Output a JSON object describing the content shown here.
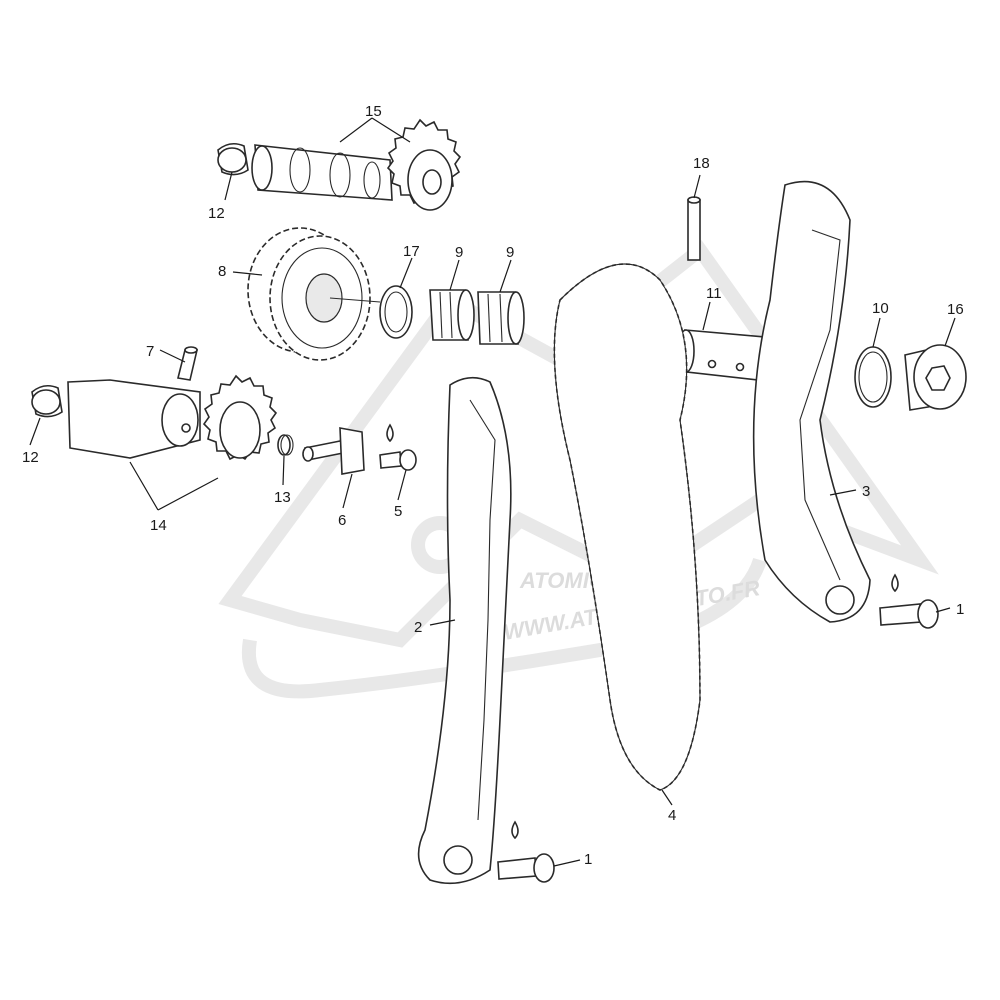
{
  "diagram": {
    "callouts": {
      "c1a": "1",
      "c1b": "1",
      "c2": "2",
      "c3": "3",
      "c4": "4",
      "c5": "5",
      "c6": "6",
      "c7": "7",
      "c8": "8",
      "c9a": "9",
      "c9b": "9",
      "c10": "10",
      "c11": "11",
      "c12a": "12",
      "c12b": "12",
      "c13": "13",
      "c14": "14",
      "c15": "15",
      "c16": "16",
      "c17": "17",
      "c18": "18"
    },
    "watermark": {
      "brand": "ATOMIC",
      "brand_sub": "moto",
      "url": "WWW.ATOMIC-MOTO.FR"
    }
  }
}
